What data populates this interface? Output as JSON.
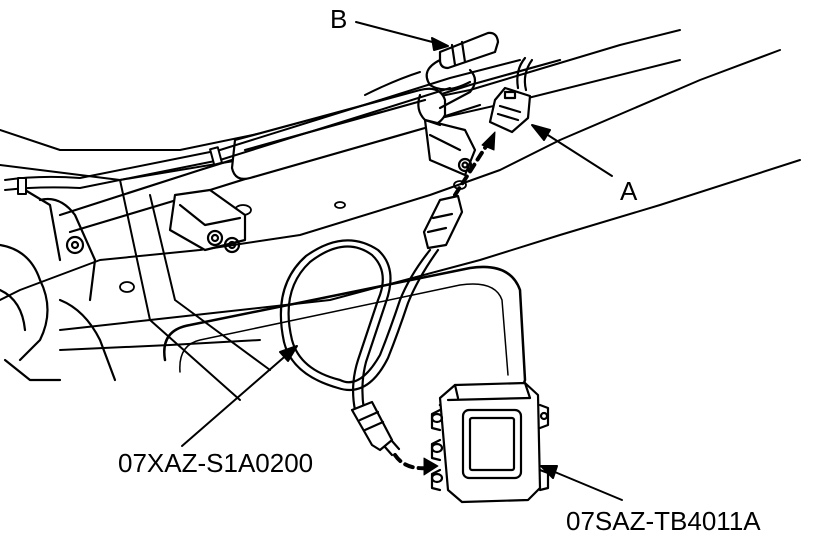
{
  "callouts": {
    "b": "B",
    "a": "A",
    "cable_part": "07XAZ-S1A0200",
    "tester_part": "07SAZ-TB4011A"
  },
  "colors": {
    "line": "#000000",
    "fill": "#ffffff",
    "shade": "#e6e6e6",
    "dark": "#1a1a1a"
  }
}
